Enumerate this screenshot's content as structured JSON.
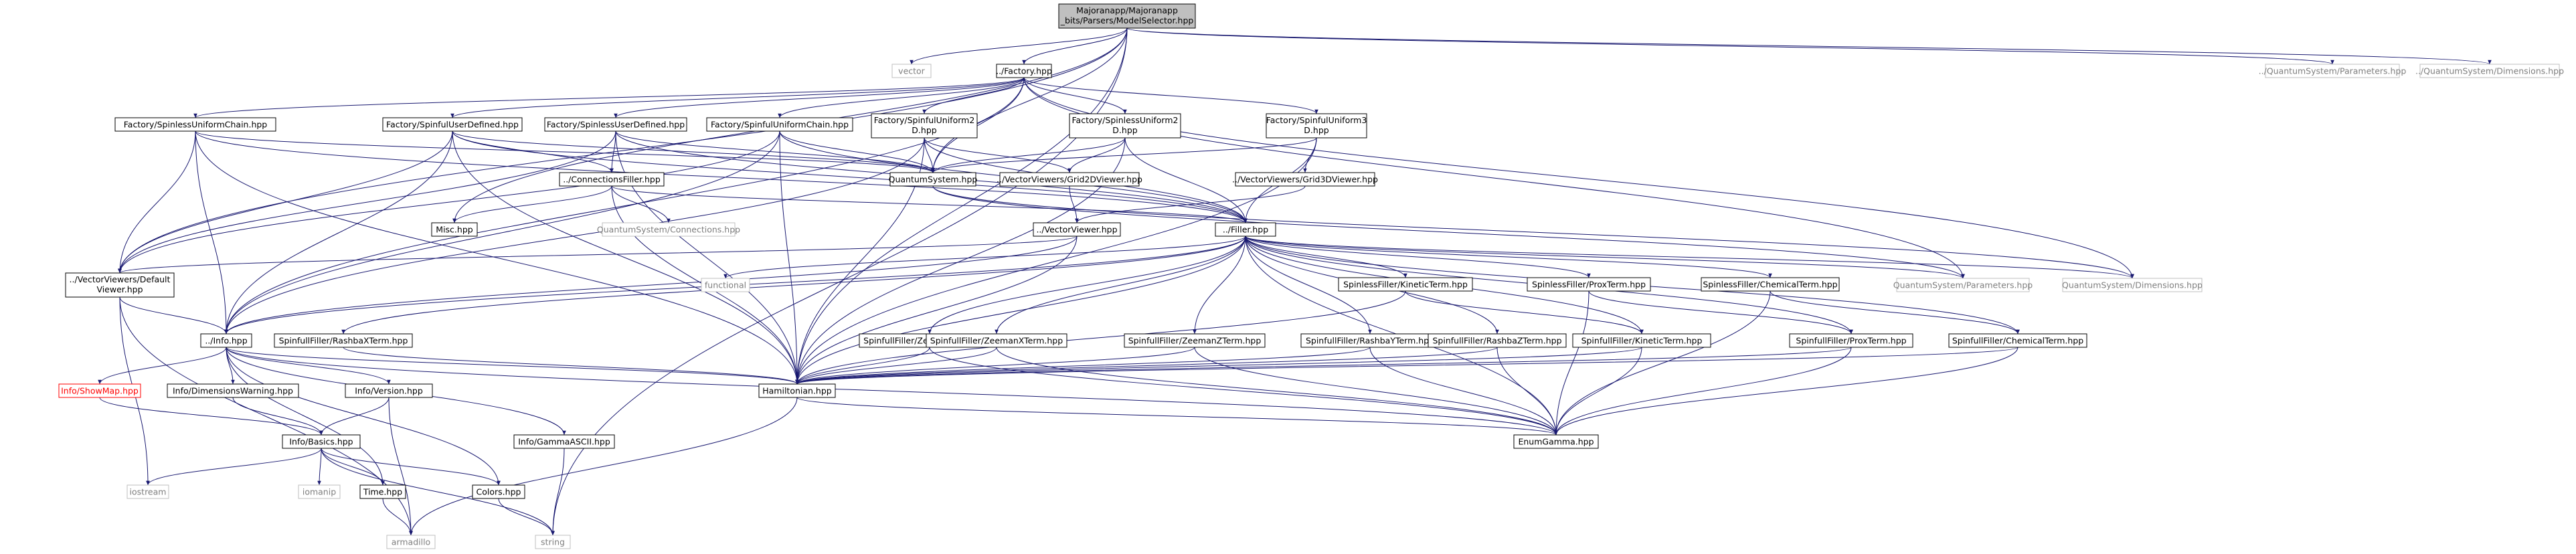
{
  "diagram": {
    "kind": "include-dependency-graph",
    "colors": {
      "edge": "#191970",
      "root_fill": "#bfbfbf",
      "external_text": "#7f7f7f",
      "incomplete_border": "#ff0000"
    },
    "nodes": {
      "root": {
        "lines": [
          "Majoranapp/Majoranapp",
          "_bits/Parsers/ModelSelector.hpp"
        ]
      },
      "vector": {
        "lines": [
          "vector"
        ]
      },
      "factory": {
        "lines": [
          "../Factory.hpp"
        ]
      },
      "qs_params_top": {
        "lines": [
          "../QuantumSystem/Parameters.hpp"
        ]
      },
      "qs_dims_top": {
        "lines": [
          "../QuantumSystem/Dimensions.hpp"
        ]
      },
      "f_spinless_uniform_chain": {
        "lines": [
          "Factory/SpinlessUniformChain.hpp"
        ]
      },
      "f_spinful_user_defined": {
        "lines": [
          "Factory/SpinfulUserDefined.hpp"
        ]
      },
      "f_spinless_user_defined": {
        "lines": [
          "Factory/SpinlessUserDefined.hpp"
        ]
      },
      "f_spinful_uniform_chain": {
        "lines": [
          "Factory/SpinfulUniformChain.hpp"
        ]
      },
      "f_spinful_uniform2d": {
        "lines": [
          "Factory/SpinfulUniform2",
          "D.hpp"
        ]
      },
      "f_spinless_uniform2d": {
        "lines": [
          "Factory/SpinlessUniform2",
          "D.hpp"
        ]
      },
      "f_spinful_uniform3d": {
        "lines": [
          "Factory/SpinfulUniform3",
          "D.hpp"
        ]
      },
      "connections_filler": {
        "lines": [
          "../ConnectionsFiller.hpp"
        ]
      },
      "quantum_system": {
        "lines": [
          "QuantumSystem.hpp"
        ]
      },
      "grid2d_viewer": {
        "lines": [
          "../VectorViewers/Grid2DViewer.hpp"
        ]
      },
      "grid3d_viewer": {
        "lines": [
          "../VectorViewers/Grid3DViewer.hpp"
        ]
      },
      "misc": {
        "lines": [
          "Misc.hpp"
        ]
      },
      "qs_connections": {
        "lines": [
          "QuantumSystem/Connections.hpp"
        ]
      },
      "vector_viewer": {
        "lines": [
          "../VectorViewer.hpp"
        ]
      },
      "filler": {
        "lines": [
          "../Filler.hpp"
        ]
      },
      "default_viewer": {
        "lines": [
          "../VectorViewers/Default",
          "Viewer.hpp"
        ]
      },
      "functional": {
        "lines": [
          "functional"
        ]
      },
      "qs_params": {
        "lines": [
          "QuantumSystem/Parameters.hpp"
        ]
      },
      "qs_dims": {
        "lines": [
          "QuantumSystem/Dimensions.hpp"
        ]
      },
      "sl_kinetic": {
        "lines": [
          "SpinlessFiller/KineticTerm.hpp"
        ]
      },
      "sl_prox": {
        "lines": [
          "SpinlessFiller/ProxTerm.hpp"
        ]
      },
      "sl_chemical": {
        "lines": [
          "SpinlessFiller/ChemicalTerm.hpp"
        ]
      },
      "info": {
        "lines": [
          "../Info.hpp"
        ]
      },
      "sf_rashba_x": {
        "lines": [
          "SpinfullFiller/RashbaXTerm.hpp"
        ]
      },
      "sf_zeeman_y": {
        "lines": [
          "SpinfullFiller/ZeemanYTerm.hpp"
        ]
      },
      "sf_zeeman_x": {
        "lines": [
          "SpinfullFiller/ZeemanXTerm.hpp"
        ]
      },
      "sf_zeeman_z": {
        "lines": [
          "SpinfullFiller/ZeemanZTerm.hpp"
        ]
      },
      "sf_rashba_y": {
        "lines": [
          "SpinfullFiller/RashbaYTerm.hpp"
        ]
      },
      "sf_rashba_z": {
        "lines": [
          "SpinfullFiller/RashbaZTerm.hpp"
        ]
      },
      "sf_kinetic": {
        "lines": [
          "SpinfullFiller/KineticTerm.hpp"
        ]
      },
      "sf_prox": {
        "lines": [
          "SpinfullFiller/ProxTerm.hpp"
        ]
      },
      "sf_chemical": {
        "lines": [
          "SpinfullFiller/ChemicalTerm.hpp"
        ]
      },
      "show_map": {
        "lines": [
          "Info/ShowMap.hpp"
        ]
      },
      "dims_warning": {
        "lines": [
          "Info/DimensionsWarning.hpp"
        ]
      },
      "version": {
        "lines": [
          "Info/Version.hpp"
        ]
      },
      "gamma_ascii": {
        "lines": [
          "Info/GammaASCII.hpp"
        ]
      },
      "hamiltonian": {
        "lines": [
          "Hamiltonian.hpp"
        ]
      },
      "enum_gamma": {
        "lines": [
          "EnumGamma.hpp"
        ]
      },
      "basics": {
        "lines": [
          "Info/Basics.hpp"
        ]
      },
      "iostream": {
        "lines": [
          "iostream"
        ]
      },
      "iomanip": {
        "lines": [
          "iomanip"
        ]
      },
      "time": {
        "lines": [
          "Time.hpp"
        ]
      },
      "colors": {
        "lines": [
          "Colors.hpp"
        ]
      },
      "armadillo": {
        "lines": [
          "armadillo"
        ]
      },
      "string": {
        "lines": [
          "string"
        ]
      }
    },
    "edges": [
      [
        "root",
        "vector"
      ],
      [
        "root",
        "factory"
      ],
      [
        "root",
        "qs_params_top"
      ],
      [
        "root",
        "qs_dims_top"
      ],
      [
        "root",
        "misc"
      ],
      [
        "root",
        "quantum_system"
      ],
      [
        "root",
        "hamiltonian"
      ],
      [
        "root",
        "string"
      ],
      [
        "root",
        "default_viewer"
      ],
      [
        "factory",
        "f_spinless_uniform_chain"
      ],
      [
        "factory",
        "f_spinful_user_defined"
      ],
      [
        "factory",
        "f_spinless_user_defined"
      ],
      [
        "factory",
        "f_spinful_uniform_chain"
      ],
      [
        "factory",
        "f_spinful_uniform2d"
      ],
      [
        "factory",
        "f_spinless_uniform2d"
      ],
      [
        "factory",
        "f_spinful_uniform3d"
      ],
      [
        "factory",
        "quantum_system"
      ],
      [
        "factory",
        "info"
      ],
      [
        "factory",
        "qs_params"
      ],
      [
        "factory",
        "qs_dims"
      ],
      [
        "f_spinless_uniform_chain",
        "quantum_system"
      ],
      [
        "f_spinless_uniform_chain",
        "default_viewer"
      ],
      [
        "f_spinless_uniform_chain",
        "info"
      ],
      [
        "f_spinless_uniform_chain",
        "hamiltonian"
      ],
      [
        "f_spinless_uniform_chain",
        "filler"
      ],
      [
        "f_spinful_user_defined",
        "connections_filler"
      ],
      [
        "f_spinful_user_defined",
        "quantum_system"
      ],
      [
        "f_spinful_user_defined",
        "default_viewer"
      ],
      [
        "f_spinful_user_defined",
        "info"
      ],
      [
        "f_spinful_user_defined",
        "hamiltonian"
      ],
      [
        "f_spinful_user_defined",
        "filler"
      ],
      [
        "f_spinless_user_defined",
        "connections_filler"
      ],
      [
        "f_spinless_user_defined",
        "quantum_system"
      ],
      [
        "f_spinless_user_defined",
        "default_viewer"
      ],
      [
        "f_spinless_user_defined",
        "hamiltonian"
      ],
      [
        "f_spinless_user_defined",
        "filler"
      ],
      [
        "f_spinful_uniform_chain",
        "quantum_system"
      ],
      [
        "f_spinful_uniform_chain",
        "default_viewer"
      ],
      [
        "f_spinful_uniform_chain",
        "info"
      ],
      [
        "f_spinful_uniform_chain",
        "hamiltonian"
      ],
      [
        "f_spinful_uniform_chain",
        "filler"
      ],
      [
        "f_spinful_uniform2d",
        "quantum_system"
      ],
      [
        "f_spinful_uniform2d",
        "grid2d_viewer"
      ],
      [
        "f_spinful_uniform2d",
        "info"
      ],
      [
        "f_spinful_uniform2d",
        "hamiltonian"
      ],
      [
        "f_spinful_uniform2d",
        "filler"
      ],
      [
        "f_spinless_uniform2d",
        "quantum_system"
      ],
      [
        "f_spinless_uniform2d",
        "grid2d_viewer"
      ],
      [
        "f_spinless_uniform2d",
        "hamiltonian"
      ],
      [
        "f_spinless_uniform2d",
        "filler"
      ],
      [
        "f_spinful_uniform3d",
        "quantum_system"
      ],
      [
        "f_spinful_uniform3d",
        "grid3d_viewer"
      ],
      [
        "f_spinful_uniform3d",
        "hamiltonian"
      ],
      [
        "f_spinful_uniform3d",
        "filler"
      ],
      [
        "connections_filler",
        "misc"
      ],
      [
        "connections_filler",
        "qs_connections"
      ],
      [
        "connections_filler",
        "hamiltonian"
      ],
      [
        "connections_filler",
        "filler"
      ],
      [
        "quantum_system",
        "qs_params"
      ],
      [
        "quantum_system",
        "qs_dims"
      ],
      [
        "grid2d_viewer",
        "vector_viewer"
      ],
      [
        "grid3d_viewer",
        "vector_viewer"
      ],
      [
        "vector_viewer",
        "default_viewer"
      ],
      [
        "vector_viewer",
        "hamiltonian"
      ],
      [
        "vector_viewer",
        "info"
      ],
      [
        "filler",
        "functional"
      ],
      [
        "filler",
        "qs_params"
      ],
      [
        "filler",
        "qs_dims"
      ],
      [
        "filler",
        "hamiltonian"
      ],
      [
        "filler",
        "info"
      ],
      [
        "filler",
        "sl_kinetic"
      ],
      [
        "filler",
        "sl_prox"
      ],
      [
        "filler",
        "sl_chemical"
      ],
      [
        "filler",
        "sf_rashba_x"
      ],
      [
        "filler",
        "sf_zeeman_y"
      ],
      [
        "filler",
        "sf_zeeman_x"
      ],
      [
        "filler",
        "sf_zeeman_z"
      ],
      [
        "filler",
        "sf_rashba_y"
      ],
      [
        "filler",
        "sf_rashba_z"
      ],
      [
        "filler",
        "sf_kinetic"
      ],
      [
        "filler",
        "sf_prox"
      ],
      [
        "filler",
        "sf_chemical"
      ],
      [
        "filler",
        "enum_gamma"
      ],
      [
        "default_viewer",
        "info"
      ],
      [
        "default_viewer",
        "iostream"
      ],
      [
        "default_viewer",
        "armadillo"
      ],
      [
        "sl_kinetic",
        "hamiltonian"
      ],
      [
        "sl_kinetic",
        "sf_kinetic"
      ],
      [
        "sl_prox",
        "sf_prox"
      ],
      [
        "sl_prox",
        "enum_gamma"
      ],
      [
        "sl_chemical",
        "sf_chemical"
      ],
      [
        "sl_chemical",
        "enum_gamma"
      ],
      [
        "sf_rashba_x",
        "hamiltonian"
      ],
      [
        "sf_zeeman_y",
        "hamiltonian"
      ],
      [
        "sf_zeeman_y",
        "enum_gamma"
      ],
      [
        "sf_zeeman_x",
        "hamiltonian"
      ],
      [
        "sf_zeeman_x",
        "enum_gamma"
      ],
      [
        "sf_zeeman_z",
        "hamiltonian"
      ],
      [
        "sf_zeeman_z",
        "enum_gamma"
      ],
      [
        "sf_rashba_y",
        "hamiltonian"
      ],
      [
        "sf_rashba_y",
        "enum_gamma"
      ],
      [
        "sf_rashba_z",
        "hamiltonian"
      ],
      [
        "sf_rashba_z",
        "enum_gamma"
      ],
      [
        "sf_kinetic",
        "hamiltonian"
      ],
      [
        "sf_kinetic",
        "enum_gamma"
      ],
      [
        "sf_prox",
        "hamiltonian"
      ],
      [
        "sf_prox",
        "enum_gamma"
      ],
      [
        "sf_chemical",
        "hamiltonian"
      ],
      [
        "sf_chemical",
        "enum_gamma"
      ],
      [
        "info",
        "show_map"
      ],
      [
        "info",
        "dims_warning"
      ],
      [
        "info",
        "version"
      ],
      [
        "info",
        "gamma_ascii"
      ],
      [
        "info",
        "hamiltonian"
      ],
      [
        "info",
        "enum_gamma"
      ],
      [
        "info",
        "time"
      ],
      [
        "info",
        "colors"
      ],
      [
        "show_map",
        "basics"
      ],
      [
        "dims_warning",
        "basics"
      ],
      [
        "version",
        "basics"
      ],
      [
        "version",
        "armadillo"
      ],
      [
        "gamma_ascii",
        "string"
      ],
      [
        "hamiltonian",
        "enum_gamma"
      ],
      [
        "hamiltonian",
        "armadillo"
      ],
      [
        "basics",
        "iostream"
      ],
      [
        "basics",
        "iomanip"
      ],
      [
        "basics",
        "time"
      ],
      [
        "basics",
        "colors"
      ],
      [
        "basics",
        "string"
      ],
      [
        "time",
        "armadillo"
      ],
      [
        "colors",
        "string"
      ]
    ]
  }
}
